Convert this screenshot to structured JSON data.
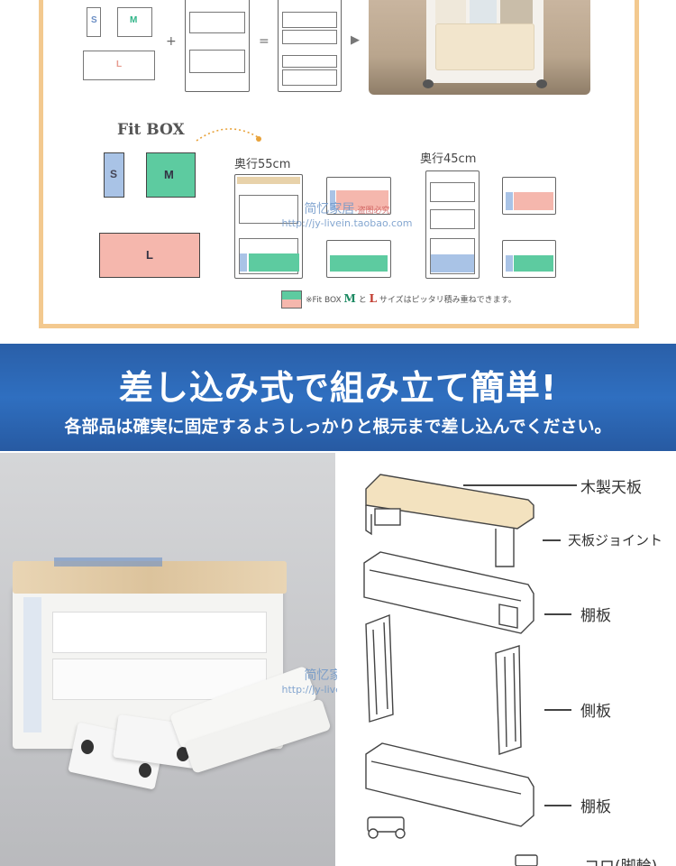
{
  "top": {
    "box_labels": {
      "s": "S",
      "m": "M",
      "l": "L"
    },
    "plus": "+",
    "equals": "=",
    "arrow": "▶",
    "fit_title": "Fit BOX",
    "depth_55": "奥行55cm",
    "depth_45": "奥行45cm",
    "note": {
      "prefix": "※Fit BOX",
      "m": "M",
      "and": "と",
      "l": "L",
      "suffix": "サイズはピッタリ積み重ねできます。"
    }
  },
  "watermark": {
    "line1": "简忆家居",
    "line1_tag": "-盗图必究",
    "line2": "http://jy-livein.taobao.com"
  },
  "banner": {
    "title": "差し込み式で組み立て簡単!",
    "subtitle": "各部品は確実に固定するようしっかりと根元まで差し込んでください。"
  },
  "diagram": {
    "parts": {
      "top_board": "木製天板",
      "top_joint": "天板ジョイント",
      "shelf_upper": "棚板",
      "side_board": "側板",
      "shelf_lower": "棚板",
      "caster": "コロ(脚輪)"
    }
  },
  "colors": {
    "frame": "#f3c98f",
    "box_s": "#a9c3e6",
    "box_m": "#5dcba0",
    "box_l": "#f5b7ad",
    "banner": "#2f6fc0",
    "wood": "#f3e2bf"
  },
  "icons": [
    "play-arrow-icon",
    "dotted-arc-icon"
  ]
}
